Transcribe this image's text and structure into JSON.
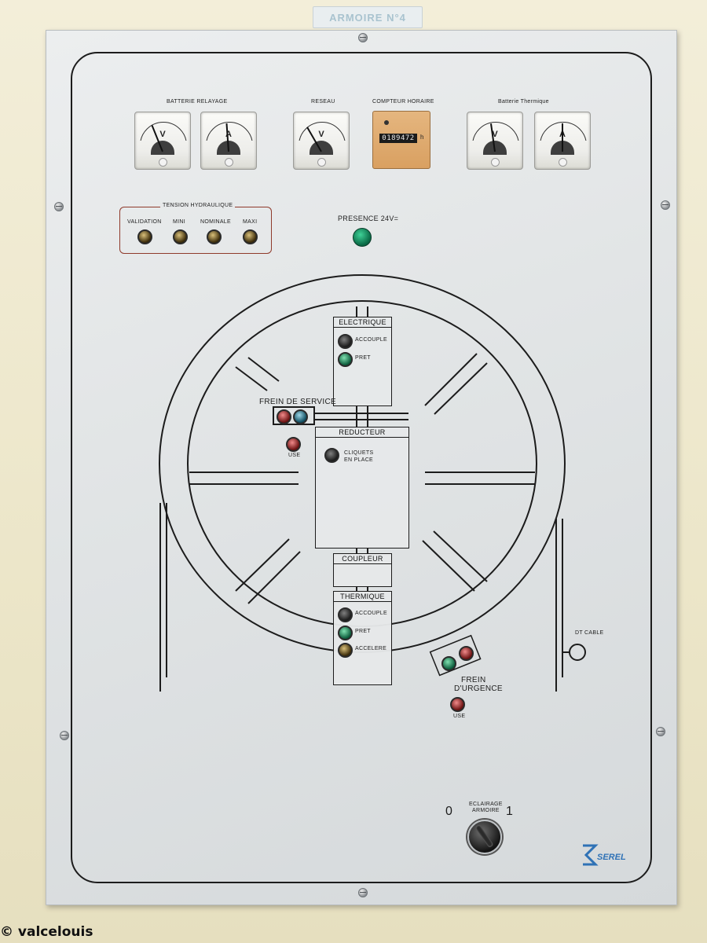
{
  "top_label": "ARMOIRE N°4",
  "meter_groups": {
    "batterie_relayage": "BATTERIE RELAYAGE",
    "reseau": "RESEAU",
    "compteur_horaire": "COMPTEUR HORAIRE",
    "batterie_thermique": "Batterie Thermique"
  },
  "meters": [
    {
      "letter": "V"
    },
    {
      "letter": "A"
    },
    {
      "letter": "V"
    },
    {
      "letter": "V"
    },
    {
      "letter": "A"
    }
  ],
  "counter": {
    "digits": "0189472",
    "unit": "h"
  },
  "tension_hydraulique": {
    "title": "TENSION HYDRAULIQUE",
    "lamps": [
      "VALIDATION",
      "MINI",
      "NOMINALE",
      "MAXI"
    ]
  },
  "presence_label": "PRESENCE 24V=",
  "electrique": {
    "title": "ELECTRIQUE",
    "items": [
      "ACCOUPLE",
      "PRET"
    ]
  },
  "frein_service": {
    "title": "FREIN DE SERVICE",
    "use": "USE"
  },
  "reducteur": {
    "title": "REDUCTEUR",
    "item_line1": "CLIQUETS",
    "item_line2": "EN PLACE"
  },
  "coupleur": {
    "title": "COUPLEUR"
  },
  "thermique": {
    "title": "THERMIQUE",
    "items": [
      "ACCOUPLE",
      "PRET",
      "ACCELERE"
    ]
  },
  "frein_urgence": {
    "line1": "FREIN",
    "line2": "D'URGENCE",
    "use": "USE"
  },
  "dt_cable": "DT CABLE",
  "eclairage": {
    "line1": "ECLAIRAGE",
    "line2": "ARMOIRE",
    "off": "0",
    "on": "1"
  },
  "logo_text": "SEREL",
  "credit": "© valcelouis"
}
